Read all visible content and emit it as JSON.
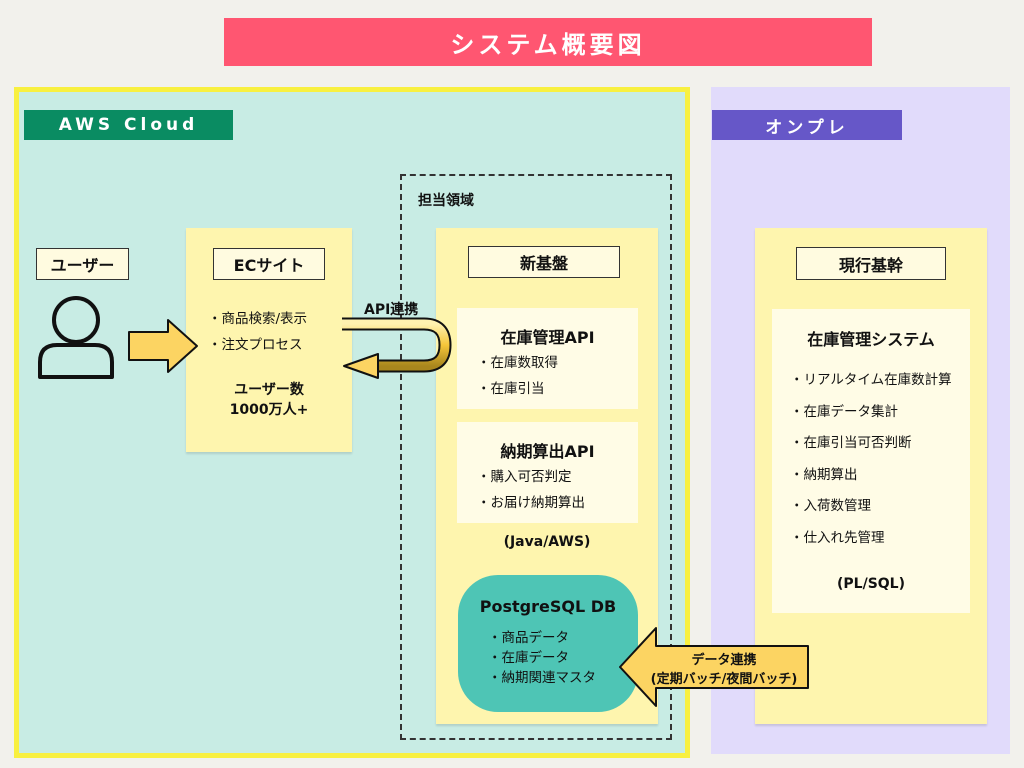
{
  "title": "システム概要図",
  "regions": {
    "aws_label": "AWS Cloud",
    "onprem_label": "オンプレ",
    "scope_label": "担当領域"
  },
  "user": {
    "label": "ユーザー",
    "icon": "user-icon"
  },
  "ec_site": {
    "label": "ECサイト",
    "bullets": [
      "・商品検索/表示",
      "・注文プロセス"
    ],
    "note_line1": "ユーザー数",
    "note_line2": "1000万人+"
  },
  "api_link_label": "API連携",
  "new_platform": {
    "label": "新基盤",
    "inventory_api": {
      "title": "在庫管理API",
      "bullets": [
        "・在庫数取得",
        "・在庫引当"
      ]
    },
    "delivery_api": {
      "title": "納期算出API",
      "bullets": [
        "・購入可否判定",
        "・お届け納期算出"
      ]
    },
    "tech": "(Java/AWS)",
    "database": {
      "title": "PostgreSQL DB",
      "bullets": [
        "・商品データ",
        "・在庫データ",
        "・納期関連マスタ"
      ]
    }
  },
  "data_link": {
    "line1": "データ連携",
    "line2": "(定期バッチ/夜間バッチ)"
  },
  "core_system": {
    "label": "現行基幹",
    "inventory_system": {
      "title": "在庫管理システム",
      "bullets": [
        "・リアルタイム在庫数計算",
        "・在庫データ集計",
        "・在庫引当可否判断",
        "・納期算出",
        "・入荷数管理",
        "・仕入れ先管理"
      ]
    },
    "tech": "(PL/SQL)"
  },
  "colors": {
    "title_banner": "#ff5671",
    "aws_bg": "#c8ece4",
    "aws_border": "#f8f040",
    "aws_tag": "#0a8c62",
    "onprem_bg": "#e1dbfb",
    "onprem_tag": "#6657c8",
    "card": "#fef5ae",
    "db": "#4ec5b5",
    "arrow": "#fcd462"
  }
}
